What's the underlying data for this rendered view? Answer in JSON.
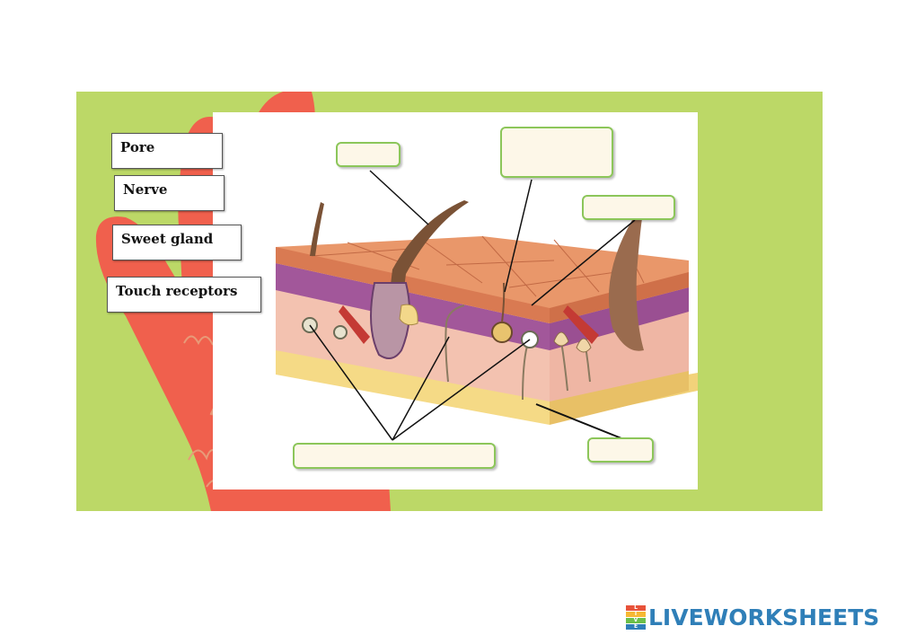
{
  "word_bank": {
    "pore": "Pore",
    "nerve": "Nerve",
    "sweat_gland": "Sweet gland",
    "touch_receptors": "Touch receptors"
  },
  "logo": {
    "text": "LIVEWORKSHEETS",
    "icon_letters": [
      "L",
      "I",
      "V",
      "E"
    ],
    "icon_colors": [
      "#e8523a",
      "#f6b833",
      "#6cbf4a",
      "#2f7fb8"
    ]
  },
  "colors": {
    "panel_green": "#bcd867",
    "hand_red": "#f0604d",
    "answer_border": "#8cc65a",
    "answer_fill": "#fdf7e8"
  }
}
